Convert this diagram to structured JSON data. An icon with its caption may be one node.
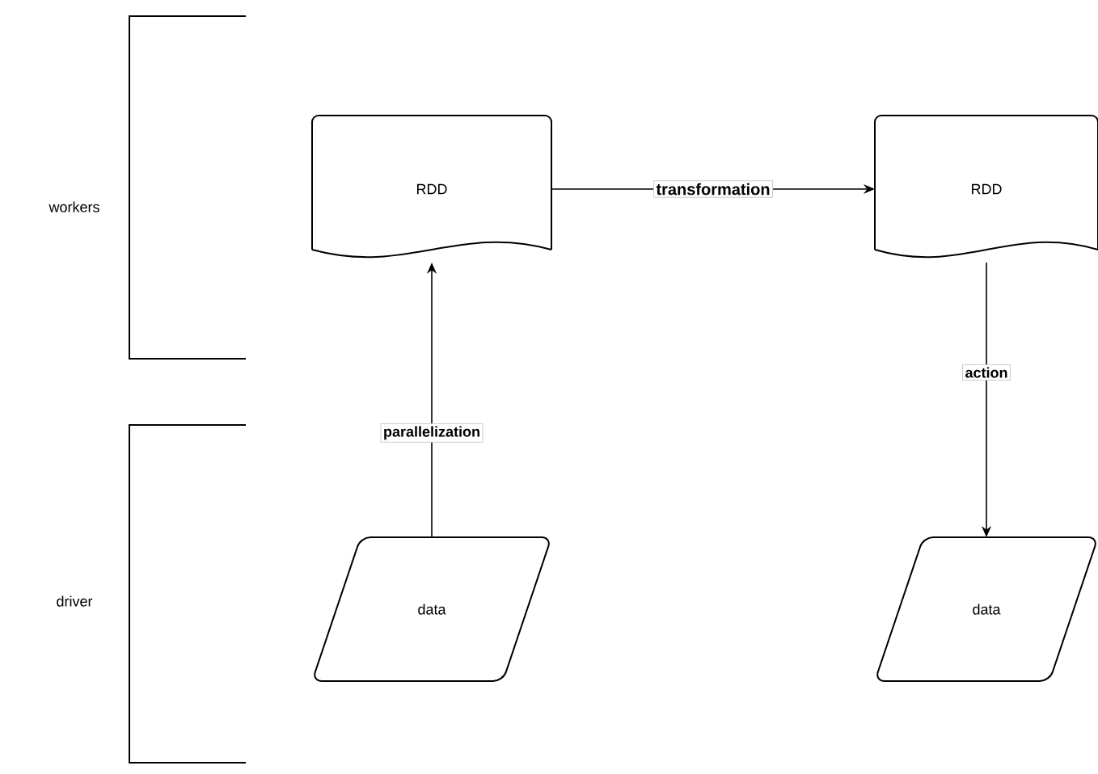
{
  "diagram": {
    "nodes": [
      {
        "text": [
          "RDD"
        ]
      },
      {
        "text": [
          "RDD"
        ]
      },
      {
        "text": [
          "data"
        ]
      },
      {
        "text": [
          "data"
        ]
      }
    ],
    "edges": [
      {
        "from": 2,
        "to": 0,
        "arrow": "to",
        "label": "parallelization"
      },
      {
        "from": 0,
        "to": 1,
        "arrow": "to",
        "label": "transformation"
      },
      {
        "from": 1,
        "to": 3,
        "arrow": "to",
        "label": "action"
      }
    ],
    "labels": [
      "workers",
      "driver"
    ]
  }
}
